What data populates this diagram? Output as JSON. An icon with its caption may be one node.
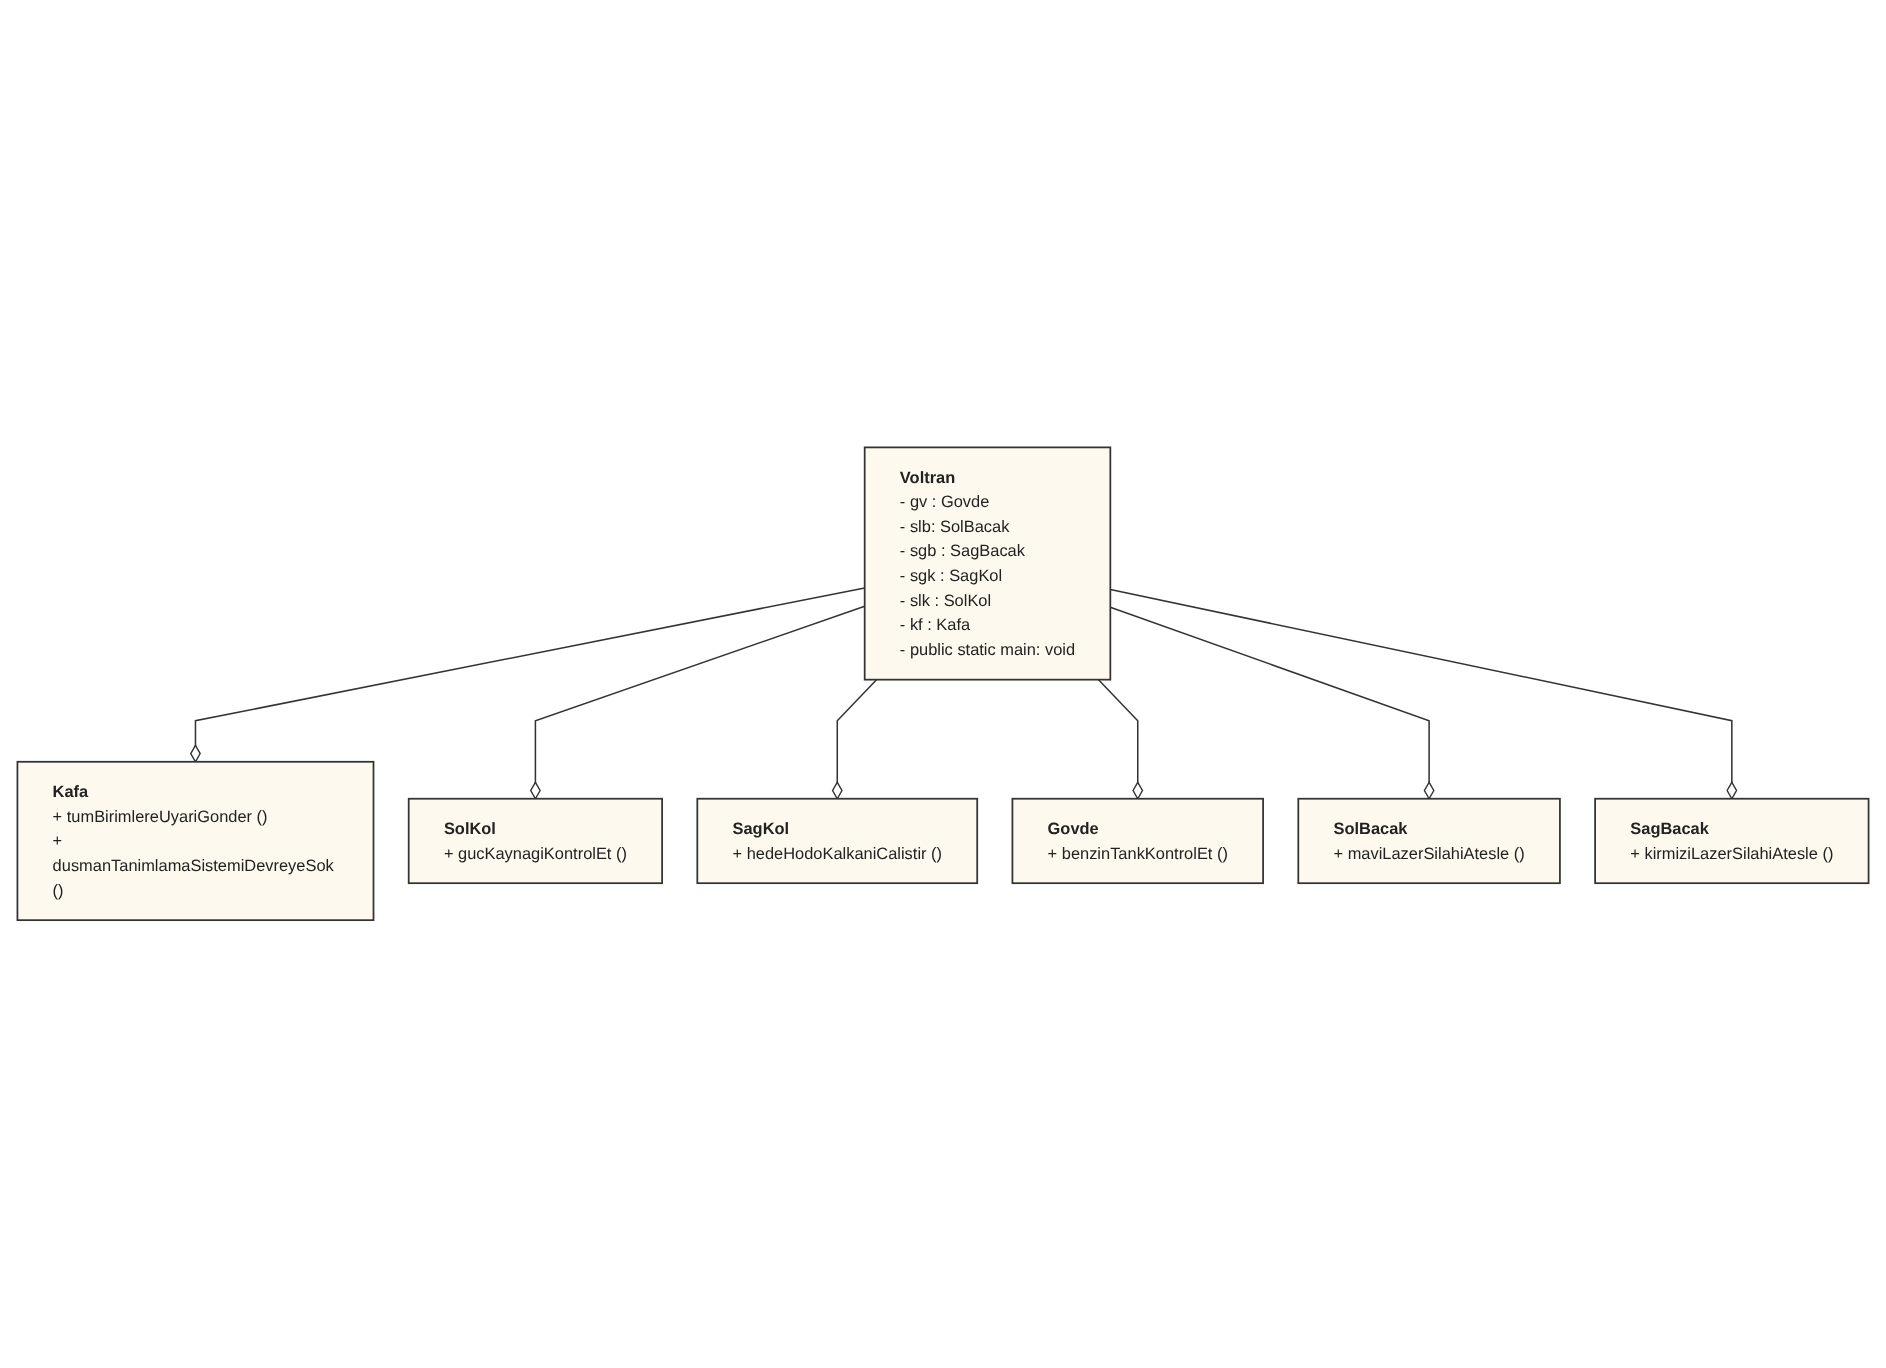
{
  "diagram": {
    "nodes": [
      {
        "text": [
          "Kafa",
          "+ tumBirimlereUyariGonder ()",
          "+ dusmanTanimlamaSistemiDevreyeSok ()"
        ]
      },
      {
        "text": [
          "SolKol",
          "+ gucKaynagiKontrolEt ()"
        ]
      },
      {
        "text": [
          "SagKol",
          "+ hedeHodoKalkaniCalistir ()"
        ]
      },
      {
        "text": [
          "Voltran",
          "- gv : Govde",
          "- slb: SolBacak",
          "- sgb : SagBacak",
          "- sgk : SagKol",
          "- slk : SolKol",
          "- kf : Kafa",
          "- public static main: void"
        ]
      },
      {
        "text": [
          "Govde",
          "+ benzinTankKontrolEt ()"
        ]
      },
      {
        "text": [
          "SolBacak",
          "+ maviLazerSilahiAtesle ()"
        ]
      },
      {
        "text": [
          "SagBacak",
          "+ kirmiziLazerSilahiAtesle ()"
        ]
      }
    ],
    "edges": [
      {
        "from": 3,
        "to": 0,
        "arrow": "other"
      },
      {
        "from": 3,
        "to": 1,
        "arrow": "other"
      },
      {
        "from": 3,
        "to": 2,
        "arrow": "other"
      },
      {
        "from": 3,
        "to": 4,
        "arrow": "other"
      },
      {
        "from": 3,
        "to": 5,
        "arrow": "other"
      },
      {
        "from": 3,
        "to": 6,
        "arrow": "other"
      }
    ]
  }
}
